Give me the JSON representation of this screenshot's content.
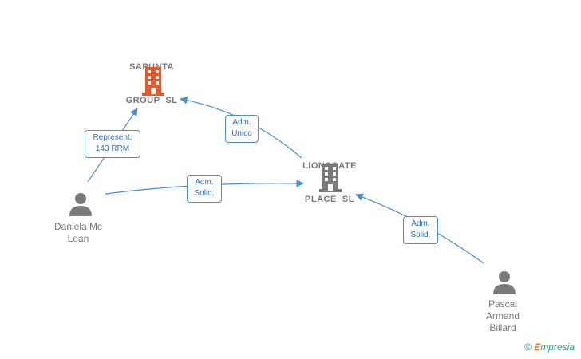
{
  "nodes": {
    "sapunta": {
      "name_line1": "SAPUNTA",
      "name_line2": "GROUP  SL"
    },
    "lionsgate": {
      "name_line1": "LIONSGATE",
      "name_line2": "PLACE  SL"
    },
    "daniela": {
      "name_line1": "Daniela Mc",
      "name_line2": "Lean"
    },
    "pascal": {
      "name_line1": "Pascal",
      "name_line2": "Armand",
      "name_line3": "Billard"
    }
  },
  "edges": {
    "daniela_sapunta": {
      "line1": "Represent.",
      "line2": "143 RRM"
    },
    "lionsgate_sapunta": {
      "line1": "Adm.",
      "line2": "Unico"
    },
    "daniela_lionsgate": {
      "line1": "Adm.",
      "line2": "Solid."
    },
    "pascal_lionsgate": {
      "line1": "Adm.",
      "line2": "Solid."
    }
  },
  "colors": {
    "edge": "#4a90d9",
    "company_main": "#e8562a",
    "company_other": "#7a7a7a",
    "person": "#7a7a7a"
  },
  "footer": {
    "copyright": "©",
    "brand_first": "E",
    "brand_rest": "mpresia"
  }
}
